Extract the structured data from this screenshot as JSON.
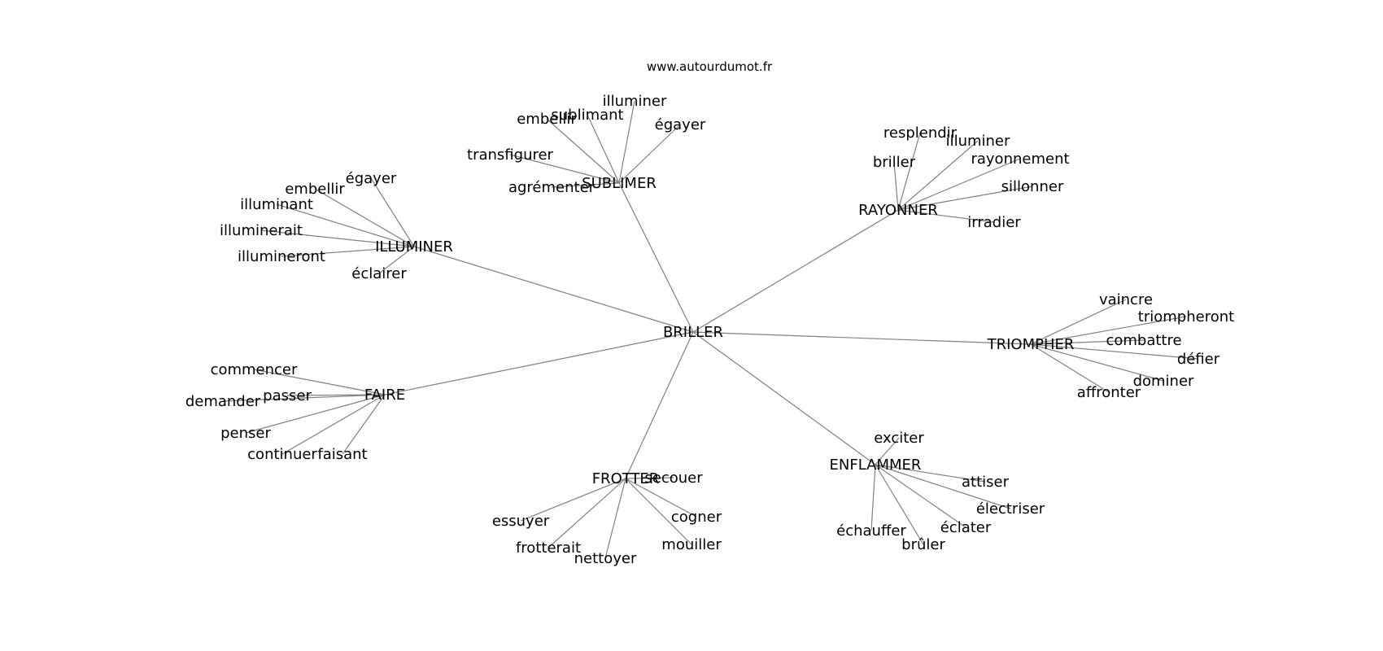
{
  "source_text": "www.autourdumot.fr",
  "root": "BRILLER",
  "clusters": [
    {
      "name": "SUBLIMER",
      "children": [
        "embellir",
        "sublimant",
        "illuminer",
        "égayer",
        "transfigurer",
        "agrémenter"
      ]
    },
    {
      "name": "RAYONNER",
      "children": [
        "resplendir",
        "illuminer",
        "briller",
        "rayonnement",
        "sillonner",
        "irradier"
      ]
    },
    {
      "name": "ILLUMINER",
      "children": [
        "égayer",
        "embellir",
        "illuminant",
        "illuminerait",
        "illumineront",
        "éclairer"
      ]
    },
    {
      "name": "TRIOMPHER",
      "children": [
        "vaincre",
        "triompheront",
        "combattre",
        "défier",
        "dominer",
        "affronter"
      ]
    },
    {
      "name": "FAIRE",
      "children": [
        "commencer",
        "passer",
        "demander",
        "penser",
        "continuer",
        "faisant"
      ]
    },
    {
      "name": "FROTTER",
      "children": [
        "secouer",
        "essuyer",
        "cogner",
        "mouiller",
        "frotterait",
        "nettoyer"
      ]
    },
    {
      "name": "ENFLAMMER",
      "children": [
        "exciter",
        "attiser",
        "électriser",
        "éclater",
        "échauffer",
        "brûler"
      ]
    }
  ]
}
